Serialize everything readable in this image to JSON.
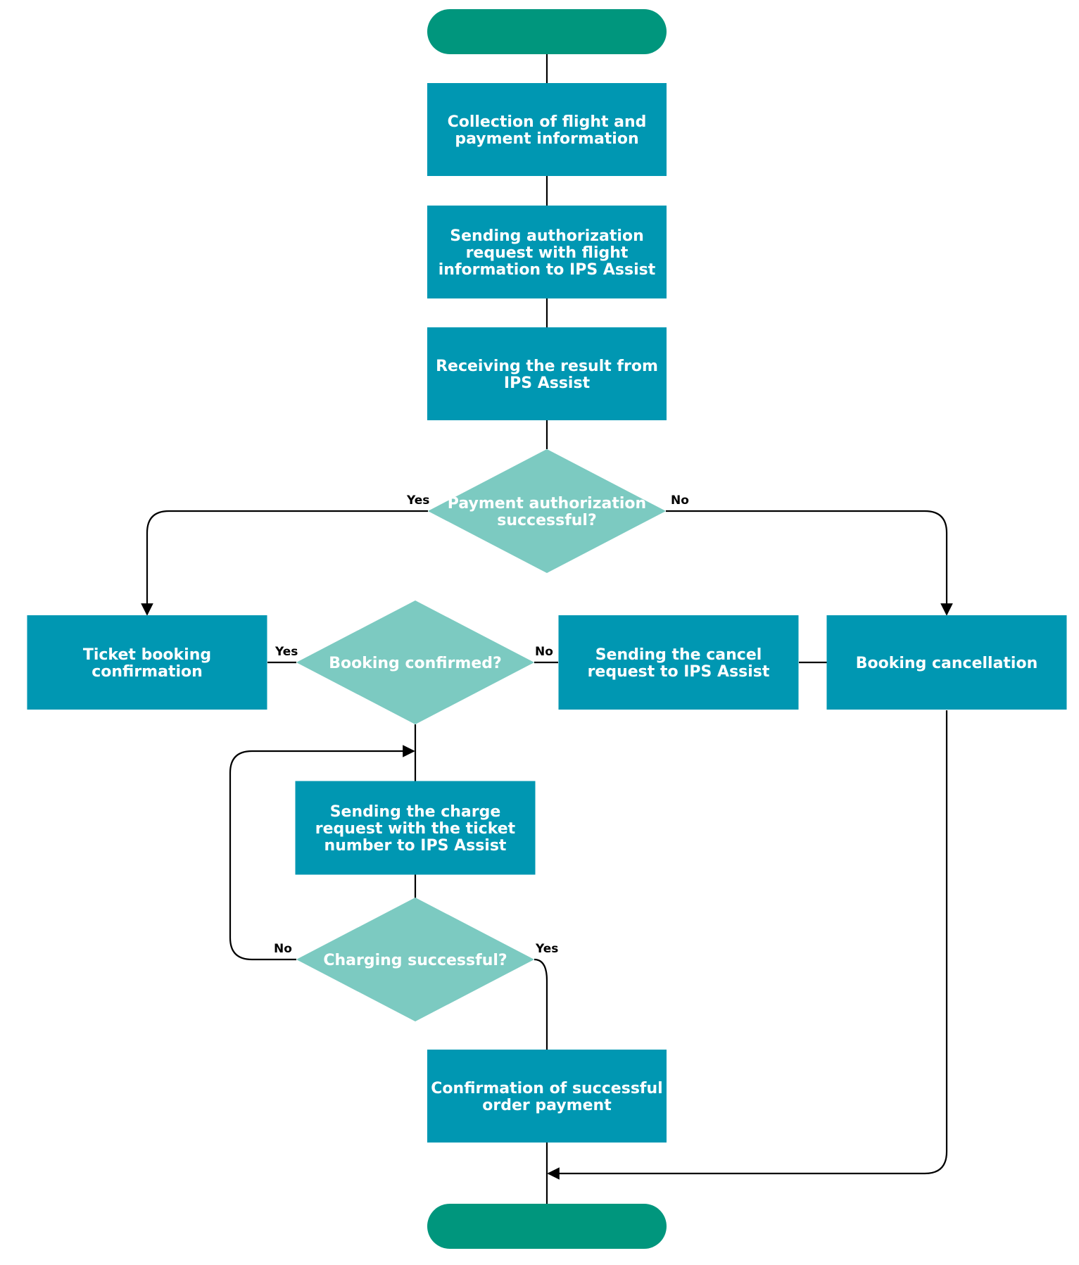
{
  "colors": {
    "terminal": "#00967d",
    "process": "#0097b2",
    "decision": "#7ccac1",
    "line": "#000000",
    "text": "#ffffff"
  },
  "nodes": {
    "start": {
      "lines": []
    },
    "collect": {
      "lines": [
        "Collection of flight and",
        "payment information"
      ]
    },
    "send_auth": {
      "lines": [
        "Sending authorization",
        "request with flight",
        "information to IPS Assist"
      ]
    },
    "receive_result": {
      "lines": [
        "Receiving the result from",
        "IPS Assist"
      ]
    },
    "payment_auth": {
      "lines": [
        "Payment authorization",
        "successful?"
      ]
    },
    "ticket_booking": {
      "lines": [
        "Ticket booking",
        "confirmation"
      ]
    },
    "booking_confirmed": {
      "lines": [
        "Booking confirmed?"
      ]
    },
    "send_cancel": {
      "lines": [
        "Sending the cancel",
        "request to IPS Assist"
      ]
    },
    "booking_cancel": {
      "lines": [
        "Booking cancellation"
      ]
    },
    "send_charge": {
      "lines": [
        "Sending the charge",
        "request with the ticket",
        "number to IPS Assist"
      ]
    },
    "charging": {
      "lines": [
        "Charging successful?"
      ]
    },
    "confirm_payment": {
      "lines": [
        "Confirmation of successful",
        "order payment"
      ]
    },
    "end": {
      "lines": []
    }
  },
  "edge_labels": {
    "payment_yes": "Yes",
    "payment_no": "No",
    "booking_yes": "Yes",
    "booking_no": "No",
    "charging_no": "No",
    "charging_yes": "Yes"
  }
}
